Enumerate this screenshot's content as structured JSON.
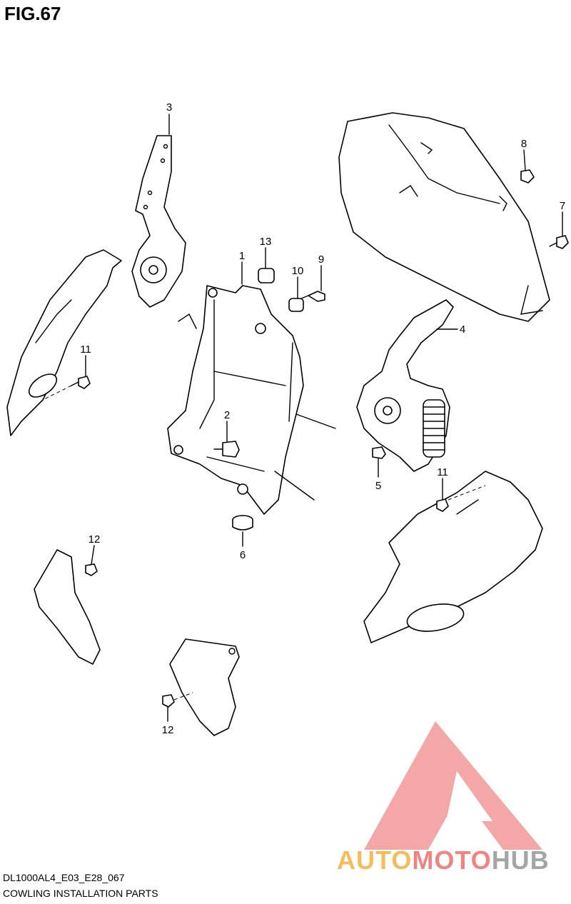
{
  "figure_title": "FIG.67",
  "footer": {
    "model_code": "DL1000AL4_E03_E28_067",
    "section_title": "COWLING INSTALLATION PARTS"
  },
  "callouts": {
    "c1": "1",
    "c2": "2",
    "c3": "3",
    "c4": "4",
    "c5": "5",
    "c6": "6",
    "c7": "7",
    "c8": "8",
    "c9": "9",
    "c10": "10",
    "c11a": "11",
    "c11b": "11",
    "c12a": "12",
    "c12b": "12",
    "c13": "13"
  },
  "watermark": {
    "part1": "AUTO",
    "part2": "MOTO",
    "part3": "HUB",
    "colors": {
      "auto": "#f5a623",
      "moto": "#ee5a5a",
      "hub": "#888888",
      "logo": "#f08a8a"
    }
  }
}
